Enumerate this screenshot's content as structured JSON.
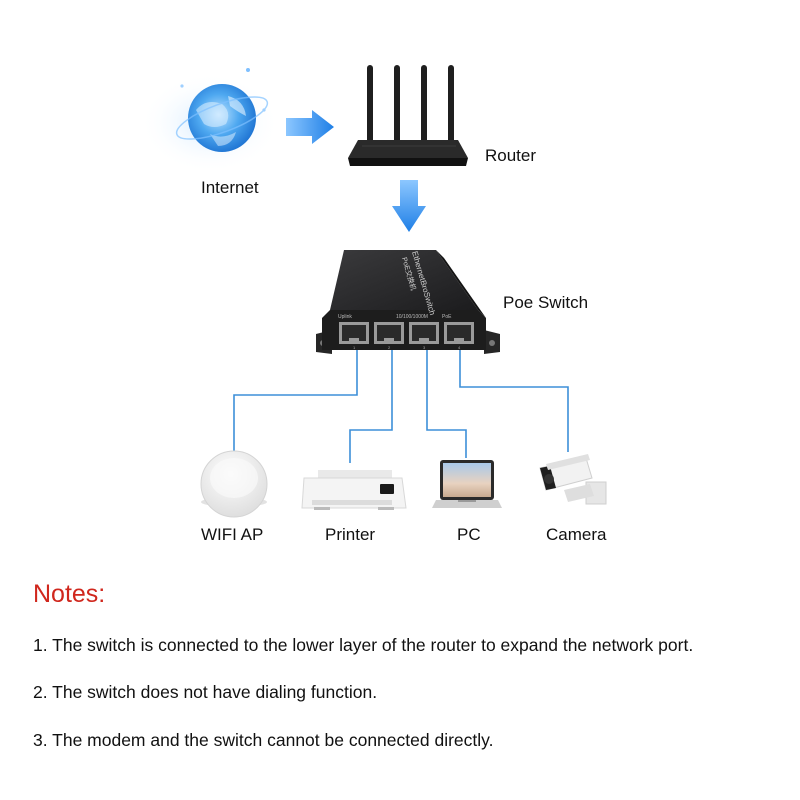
{
  "diagram": {
    "nodes": {
      "internet": "Internet",
      "router": "Router",
      "switch": "Poe Switch",
      "wifi_ap": "WIFI AP",
      "printer": "Printer",
      "pc": "PC",
      "camera": "Camera"
    },
    "switch_text": {
      "brand_line1": "EthernetBroSwitch",
      "brand_line2": "PoE交换机",
      "port_header_left": "Uplink",
      "port_header_mid": "10/100/1000M",
      "port_header_right": "PoE",
      "port_numbers": [
        "1",
        "2",
        "3",
        "4"
      ]
    },
    "colors": {
      "arrow": "#2a8ff0",
      "cable": "#3d8fd8",
      "notes_title": "#d0271d"
    }
  },
  "notes": {
    "title": "Notes:",
    "items": [
      "1. The switch is connected to the lower layer of the router to expand the network port.",
      "2. The switch does not have dialing function.",
      "3. The modem and the switch cannot be connected directly."
    ]
  }
}
